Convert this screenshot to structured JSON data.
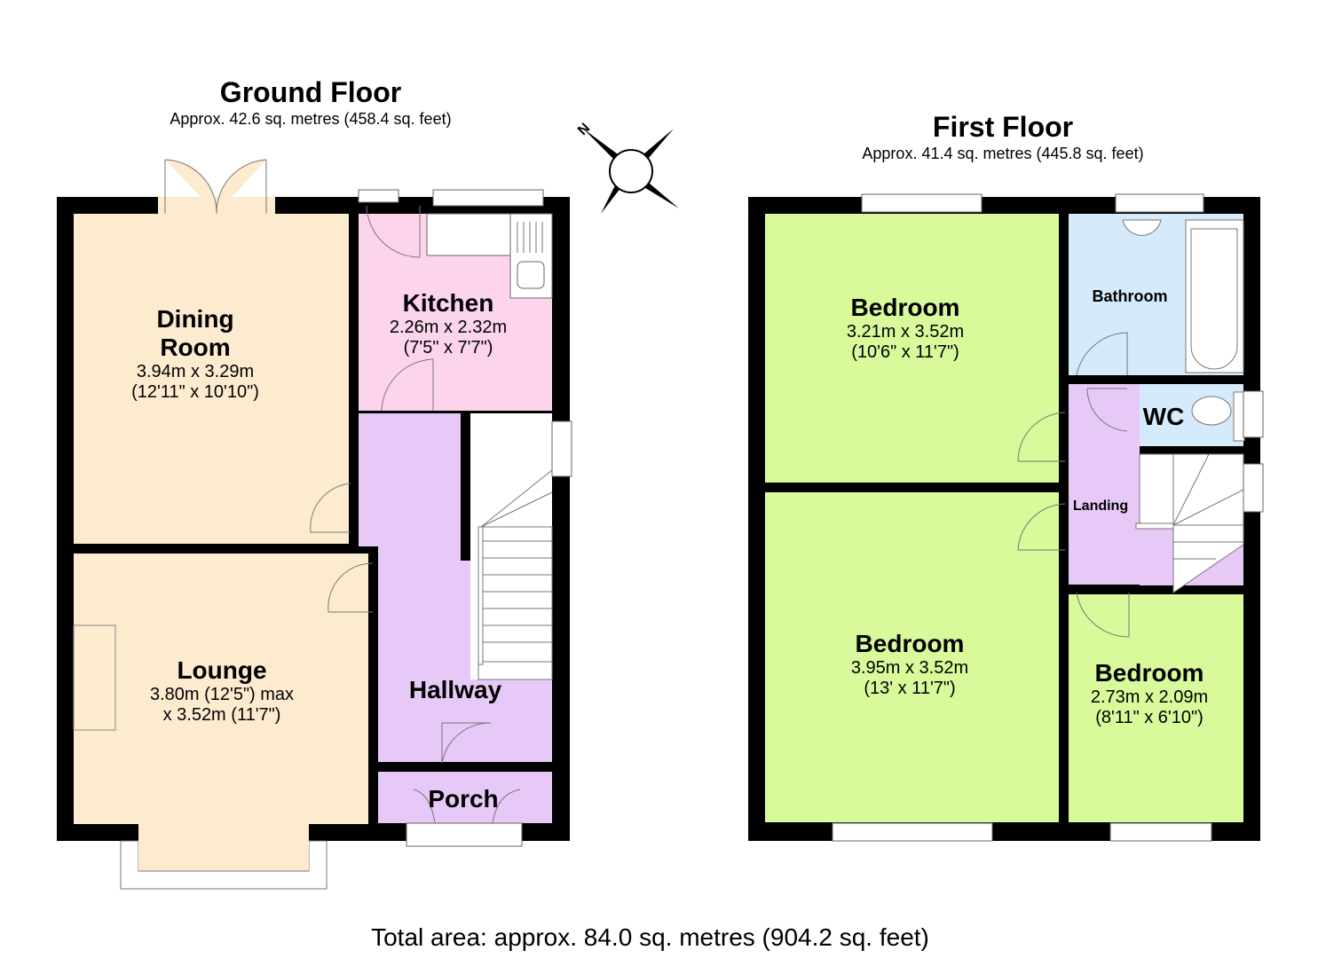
{
  "ground_floor": {
    "title": "Ground Floor",
    "area": "Approx. 42.6 sq. metres (458.4 sq. feet)",
    "rooms": {
      "dining": {
        "name_line1": "Dining",
        "name_line2": "Room",
        "dim1": "3.94m x 3.29m",
        "dim2": "(12'11\" x 10'10\")"
      },
      "kitchen": {
        "name": "Kitchen",
        "dim1": "2.26m x 2.32m",
        "dim2": "(7'5\" x 7'7\")"
      },
      "lounge": {
        "name": "Lounge",
        "dim1": "3.80m (12'5\") max",
        "dim2": "x 3.52m (11'7\")"
      },
      "hallway": {
        "name": "Hallway"
      },
      "porch": {
        "name": "Porch"
      }
    }
  },
  "first_floor": {
    "title": "First Floor",
    "area": "Approx. 41.4 sq. metres (445.8 sq. feet)",
    "rooms": {
      "bedroom1": {
        "name": "Bedroom",
        "dim1": "3.21m x 3.52m",
        "dim2": "(10'6\" x 11'7\")"
      },
      "bedroom2": {
        "name": "Bedroom",
        "dim1": "3.95m x 3.52m",
        "dim2": "(13' x 11'7\")"
      },
      "bedroom3": {
        "name": "Bedroom",
        "dim1": "2.73m x 2.09m",
        "dim2": "(8'11\" x 6'10\")"
      },
      "bathroom": {
        "name": "Bathroom"
      },
      "wc": {
        "name": "WC"
      },
      "landing": {
        "name": "Landing"
      }
    }
  },
  "compass": {
    "label": "N",
    "icon": "compass-rose-icon"
  },
  "total_area": "Total area: approx. 84.0 sq. metres (904.2 sq. feet)",
  "colors": {
    "wall": "#000000",
    "dining_lounge": "#fdebd0",
    "kitchen": "#fcd5ec",
    "hallway_landing": "#e6c9f7",
    "bedroom": "#d8fa9a",
    "bathroom_wc": "#d5eafb"
  }
}
